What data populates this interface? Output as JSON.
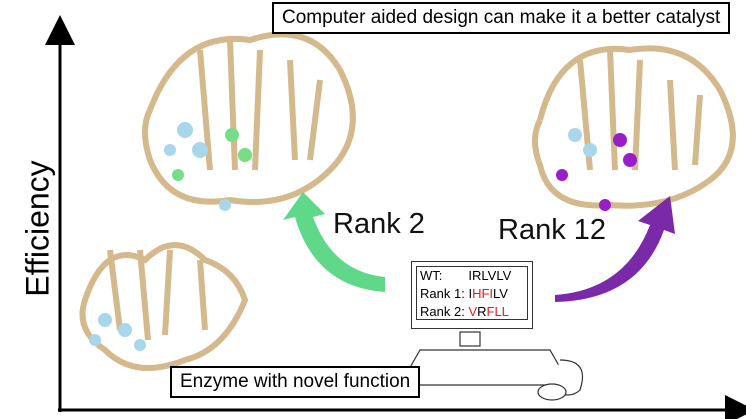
{
  "top_label": "Computer aided design can make it a better catalyst",
  "bottom_label": "Enzyme with novel function",
  "y_axis_label": "Efficiency",
  "rank_left": "Rank 2",
  "rank_right": "Rank 12",
  "screen": {
    "wt_label": "WT:",
    "wt_seq": "IRLVLV",
    "r1_label": "Rank 1:",
    "r1_a": "I",
    "r1_b": "HFI",
    "r1_c": "LV",
    "r2_label": "Rank 2:",
    "r2_a": "V",
    "r2_b": "R",
    "r2_c": "FLL"
  },
  "colors": {
    "protein": "#d4b98c",
    "green_arrow": "#5fd88a",
    "purple_arrow": "#7a2aa8",
    "red": "#e21d1d"
  }
}
